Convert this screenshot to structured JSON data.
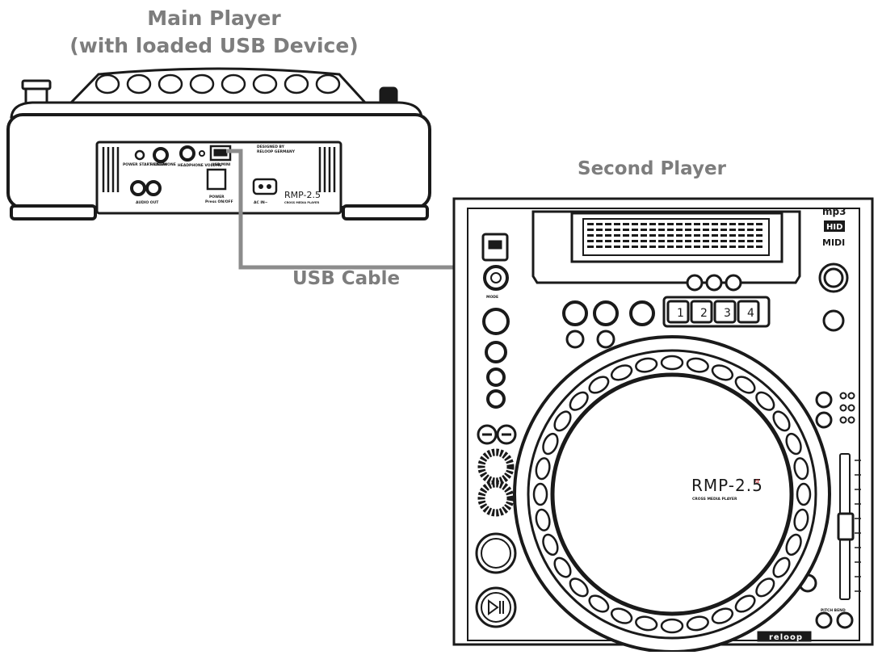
{
  "labels": {
    "main_player_line1": "Main Player",
    "main_player_line2": "(with loaded USB Device)",
    "second_player": "Second Player",
    "usb_cable": "USB Cable"
  },
  "main_player_panel": {
    "power_start_delay": "POWER START/ DELAY",
    "headphone": "HEADPHONE",
    "headphone_volume": "HEADPHONE VOLUME",
    "usb_port": "USB MINI",
    "power": "POWER",
    "power_sub": "Press ON/OFF",
    "audio_out": "AUDIO OUT",
    "ac_in": "AC IN~",
    "designed_by": "DESIGNED BY",
    "designer": "RELOOP GERMANY",
    "model": "RMP-2.5",
    "model_sub": "CROSS MEDIA PLAYER"
  },
  "second_player_panel": {
    "format_logos": [
      "mp3",
      "HID",
      "MIDI"
    ],
    "mode_label": "MODE",
    "hot_cue_buttons": [
      "1",
      "2",
      "3",
      "4"
    ],
    "platter_logo": "RMP-2.5",
    "platter_logo_super": "α",
    "platter_sub": "CROSS MEDIA PLAYER",
    "pitch_bend_label": "PITCH BEND",
    "brand": "reloop"
  },
  "colors": {
    "line": "#1a1a1a",
    "label_gray": "#7d7d7d",
    "cable_gray": "#8c8c8c",
    "logo_red": "#d2232a"
  }
}
